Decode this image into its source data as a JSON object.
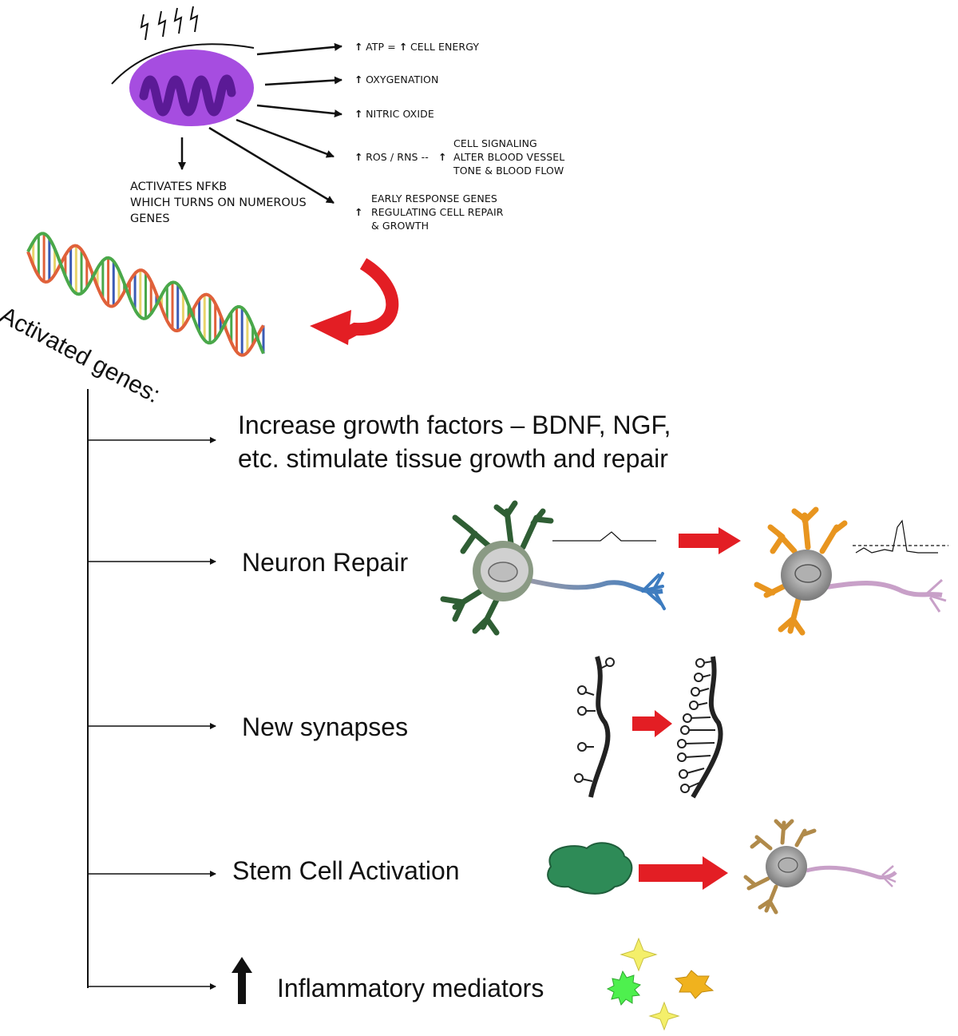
{
  "mito_effects": {
    "atp_left": "ATP =",
    "atp_right": "CELL ENERGY",
    "oxygenation": "OXYGENATION",
    "nitric_oxide": "NITRIC OXIDE",
    "ros": "ROS / RNS --",
    "ros_effects": [
      "CELL SIGNALING",
      "ALTER BLOOD VESSEL",
      "TONE & BLOOD FLOW"
    ],
    "early_genes": [
      "EARLY RESPONSE GENES",
      "REGULATING CELL REPAIR",
      "& GROWTH"
    ],
    "nfkb": [
      "ACTIVATES NFKB",
      "WHICH TURNS ON NUMEROUS",
      "GENES"
    ]
  },
  "activated_genes_label": "Activated genes:",
  "outcomes": {
    "growth_factors": [
      "Increase growth factors – BDNF, NGF,",
      "etc. stimulate tissue growth and repair"
    ],
    "neuron_repair": "Neuron Repair",
    "new_synapses": "New synapses",
    "stem_cell": "Stem Cell Activation",
    "inflammatory": "Inflammatory mediators"
  },
  "colors": {
    "mito_outer": "#a64de0",
    "mito_inner": "#5b1a96",
    "red_arrow": "#e31e24",
    "neuron_green": "#2f5e34",
    "axon_blue": "#3d7cc0",
    "neuron_orange": "#e8951f",
    "axon_lilac": "#c8a0c8",
    "stem_cell_green": "#2e8b57"
  }
}
